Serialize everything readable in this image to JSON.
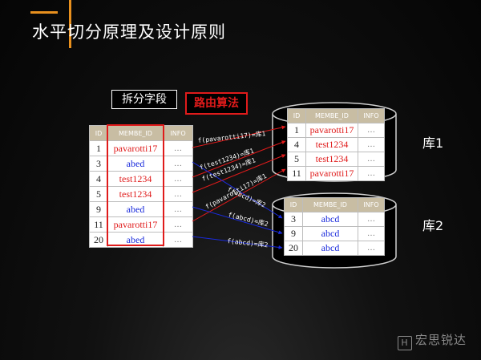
{
  "title": "水平切分原理及设计原则",
  "labels": {
    "split_field": "拆分字段",
    "routing_algorithm": "路由算法"
  },
  "main_table": {
    "headers": [
      "ID",
      "MEMBE_ID",
      "INFO"
    ],
    "rows": [
      {
        "id": "1",
        "member": "pavarotti17",
        "info": "…",
        "color": "red"
      },
      {
        "id": "3",
        "member": "abed",
        "info": "…",
        "color": "blue"
      },
      {
        "id": "4",
        "member": "test1234",
        "info": "…",
        "color": "red"
      },
      {
        "id": "5",
        "member": "test1234",
        "info": "…",
        "color": "red"
      },
      {
        "id": "9",
        "member": "abed",
        "info": "…",
        "color": "blue"
      },
      {
        "id": "11",
        "member": "pavarotti17",
        "info": "…",
        "color": "red"
      },
      {
        "id": "20",
        "member": "abed",
        "info": "…",
        "color": "blue"
      }
    ]
  },
  "db1": {
    "label": "库1",
    "headers": [
      "ID",
      "MEMBE_ID",
      "INFO"
    ],
    "rows": [
      {
        "id": "1",
        "member": "pavarotti17",
        "info": "…"
      },
      {
        "id": "4",
        "member": "test1234",
        "info": "…"
      },
      {
        "id": "5",
        "member": "test1234",
        "info": "…"
      },
      {
        "id": "11",
        "member": "pavarotti17",
        "info": "…"
      }
    ]
  },
  "db2": {
    "label": "库2",
    "headers": [
      "ID",
      "MEMBE_ID",
      "INFO"
    ],
    "rows": [
      {
        "id": "3",
        "member": "abcd",
        "info": "…"
      },
      {
        "id": "9",
        "member": "abcd",
        "info": "…"
      },
      {
        "id": "20",
        "member": "abcd",
        "info": "…"
      }
    ]
  },
  "route_labels": [
    "f(pavarotti17)=库1",
    "f(test1234)=库1",
    "f(test1234)=库1",
    "f(pavarotti17)=库1",
    "f(abcd)=库2",
    "f(abcd)=库2",
    "f(abcd)=库2"
  ],
  "watermark": "宏思锐达",
  "colors": {
    "accent": "#e8901e",
    "red": "#e01b1b",
    "blue": "#1a2bdc",
    "header": "#c8bda3"
  }
}
